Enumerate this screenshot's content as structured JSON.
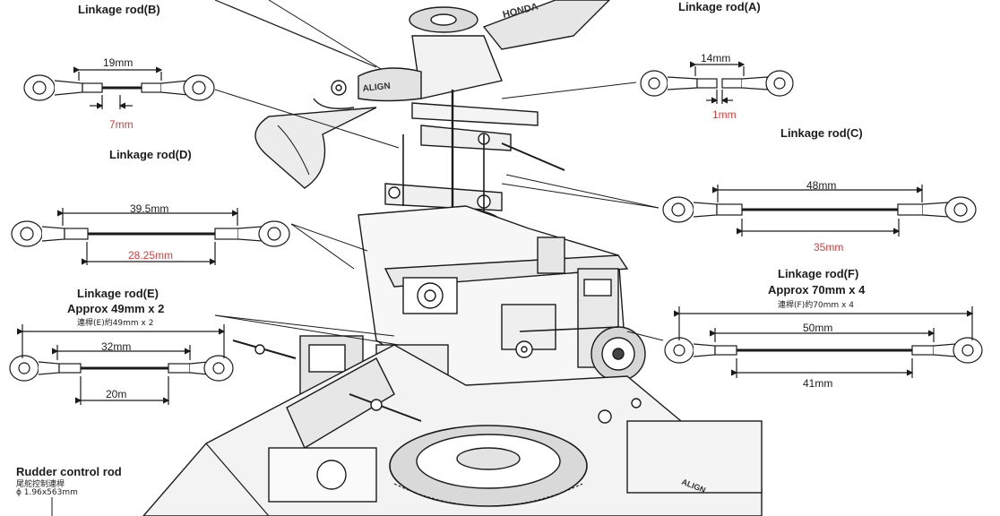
{
  "colors": {
    "ink": "#1b1b1b",
    "highlight": "#e03a3a",
    "background": "#ffffff"
  },
  "rods": {
    "b": {
      "title": "Linkage rod(B)",
      "outer": "19mm",
      "inner": "7mm"
    },
    "a": {
      "title": "Linkage rod(A)",
      "outer": "14mm",
      "inner": "1mm"
    },
    "d": {
      "title": "Linkage rod(D)",
      "outer": "39.5mm",
      "inner": "28.25mm"
    },
    "c": {
      "title": "Linkage rod(C)",
      "outer": "48mm",
      "inner": "35mm"
    },
    "e": {
      "title": "Linkage rod(E)",
      "subtitle": "Approx 49mm x 2",
      "chinese": "連桿(E)約49mm x 2",
      "outer": "32mm",
      "inner": "20m"
    },
    "f": {
      "title": "Linkage rod(F)",
      "subtitle": "Approx 70mm x 4",
      "chinese": "連桿(F)約70mm x 4",
      "outer": "50mm",
      "inner": "41mm"
    }
  },
  "rudder": {
    "title": "Rudder control rod",
    "chinese": "尾舵控制連桿",
    "spec": "ϕ 1.96x563mm"
  },
  "machine_text": {
    "head_brand": "ALIGN",
    "blade_text": "HONDA"
  }
}
